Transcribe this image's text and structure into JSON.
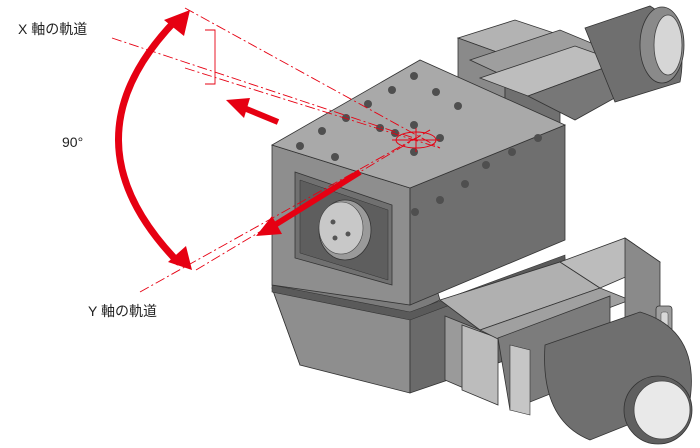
{
  "labels": {
    "x_axis": "X 軸の軌道",
    "y_axis": "Y 軸の軌道",
    "angle": "90°"
  },
  "colors": {
    "accent": "#e60012",
    "metal_top": "#a9a9a9",
    "metal_front": "#8c8c8c",
    "metal_side": "#6e6e6e",
    "motor_dark": "#7a7a7a",
    "motor_face": "#e9e9e9"
  }
}
